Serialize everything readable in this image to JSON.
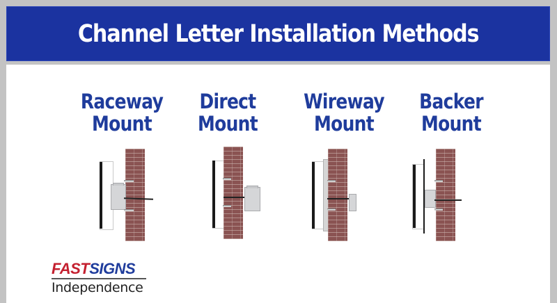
{
  "header": {
    "title": "Channel Letter Installation Methods"
  },
  "methods": [
    {
      "line1": "Raceway",
      "line2": "Mount",
      "diagram": "raceway-mount-diagram"
    },
    {
      "line1": "Direct",
      "line2": "Mount",
      "diagram": "direct-mount-diagram"
    },
    {
      "line1": "Wireway",
      "line2": "Mount",
      "diagram": "wireway-mount-diagram"
    },
    {
      "line1": "Backer",
      "line2": "Mount",
      "diagram": "backer-mount-diagram"
    }
  ],
  "logo": {
    "brand_part1": "FAST",
    "brand_part2": "SIGNS",
    "location": "Independence"
  },
  "colors": {
    "banner_blue": "#1b33a0",
    "title_blue": "#1f3c9c",
    "brand_red": "#c4202f",
    "frame_gray": "#c3c3c3",
    "brick": "#8a5352"
  }
}
